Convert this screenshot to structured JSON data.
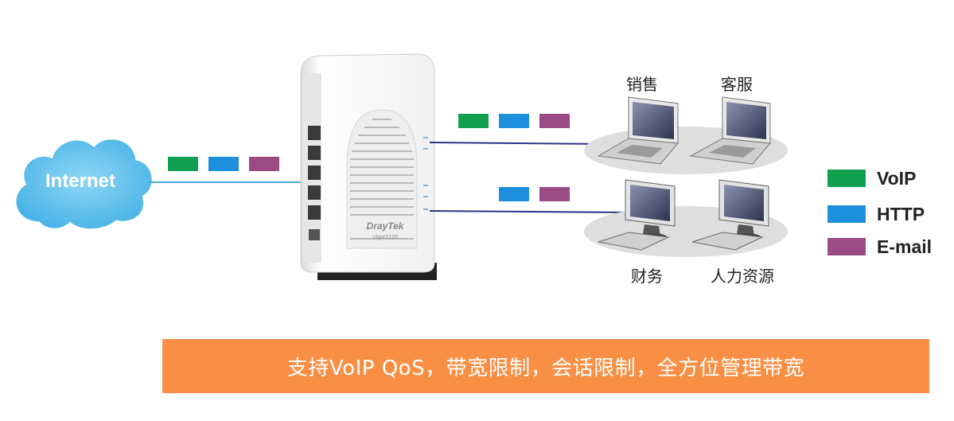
{
  "cloud": {
    "label": "Internet"
  },
  "router": {
    "brand": "DrayTek",
    "model": "Vigor2120"
  },
  "departments": {
    "sales": "销售",
    "support": "客服",
    "finance": "财务",
    "hr": "人力资源"
  },
  "legend": [
    {
      "label": "VoIP",
      "color": "#11a04f"
    },
    {
      "label": "HTTP",
      "color": "#1d8fdc"
    },
    {
      "label": "E-mail",
      "color": "#9a4a85"
    }
  ],
  "banner": {
    "text": "支持VoIP QoS，带宽限制，会话限制，全方位管理带宽"
  }
}
